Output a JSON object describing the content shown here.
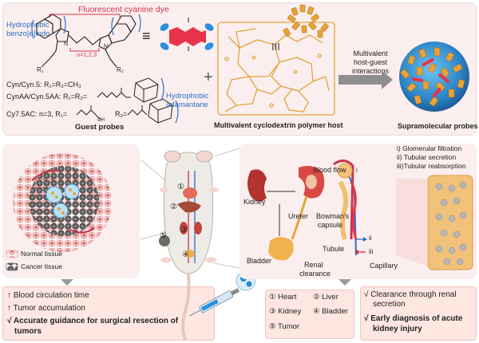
{
  "top": {
    "dye_label": "Fluorescent cyanine dye",
    "hydrophobic_benzo": [
      "Hydrophobic",
      "benzo[e]indo"
    ],
    "n_label": "n=1,2,3",
    "r1": "R₁",
    "r2": "R₂",
    "probe_line1": "Cyn/Cyn.5: R₁=R₂=CH₃",
    "probe_line2": "CynAA/Cyn.5AA: R₁=R₂=",
    "probe_line3": "Cy7.5AC: n=3, R₁=",
    "probe_line3_r2": "R₂=",
    "hydrophobic_adamantane": [
      "Hydrophobic",
      "adamantane"
    ],
    "guest_probes": "Guest probes",
    "polymer_host": "Multivalent cyclodextrin polymer host",
    "interactions": [
      "Multivalent",
      "host-guest",
      "interactions"
    ],
    "supramolecular": "Supramolecular probes",
    "equiv": "≡",
    "plus": "+",
    "triple": "III"
  },
  "left": {
    "normal_tissue": "Normal tissue",
    "cancer_tissue": "Cancer tissue",
    "b1": "↑ Blood circulation time",
    "b2": "↑ Tumor accumulation",
    "b3a": "√  Accurate guidance for surgical resection of",
    "b3b": "tumors"
  },
  "organs": {
    "markers": [
      "①",
      "②",
      "③",
      "④",
      "⑤"
    ],
    "legend": [
      "① Heart",
      "② Liver",
      "③ Kidney",
      "④ Bladder",
      "⑤ Tumor"
    ]
  },
  "right": {
    "filtration": [
      "i) Glomerular filtration",
      "ii) Tubular secretion",
      "iii)Tubular reabsorption"
    ],
    "kidney": "Kidney",
    "blood_flow": "Blood flow",
    "ureter": "Ureter",
    "bowman": [
      "Bowman's",
      "capsule"
    ],
    "bladder": "Bladder",
    "renal": [
      "Renal",
      "clearance"
    ],
    "tubule": "Tubule",
    "capillary": "Capillary",
    "ii": "ii",
    "iii": "iii",
    "i": "i",
    "c1a": "√  Clearance through renal",
    "c1b": "secretion",
    "c2a": "√  Early diagnosis of acute",
    "c2b": "kidney injury"
  },
  "colors": {
    "panel": "#fbeeee",
    "box": "#fde7e0",
    "blue_text": "#2a6fc9",
    "red_text": "#d8334a",
    "cd_orange": "#e7a33a"
  }
}
